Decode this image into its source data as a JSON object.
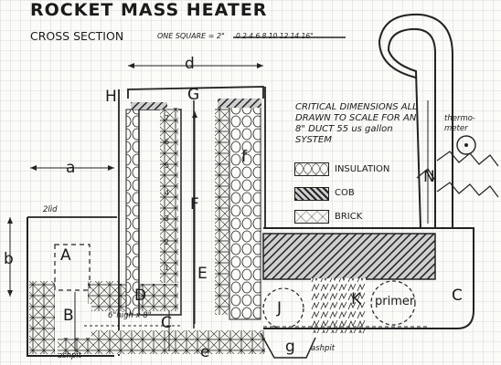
{
  "title": "ROCKET MASS HEATER",
  "subtitle": "CROSS SECTION",
  "scale_note": "ONE SQUARE = 2\"",
  "scale_ticks": "0 2 4 6 8 10 12 14 16\"",
  "critical_note": "CRITICAL DIMENSIONS ALL DRAWN TO SCALE FOR AN 8\" DUCT 55 us gallon SYSTEM",
  "legend": [
    {
      "label": "INSULATION",
      "icon": "insulation-swatch"
    },
    {
      "label": "COB",
      "icon": "cob-swatch"
    },
    {
      "label": "BRICK",
      "icon": "brick-swatch"
    }
  ],
  "thermometer_label": "thermo-meter",
  "primer_label": "primer",
  "opening_label": "6\"high x 8\"",
  "ashpit_label": "ashpit",
  "ashpit_label_2": "ashpit",
  "lid_label": "2lid",
  "riser_numbers": [
    "7",
    "6",
    "5",
    "4",
    "3",
    "2",
    "1"
  ],
  "dimension_letters": {
    "a": "a",
    "b": "b",
    "d": "d",
    "e": "e",
    "f": "f",
    "g": "g",
    "A": "A",
    "B": "B",
    "C_feed": "C",
    "C_barrel": "C",
    "D": "D",
    "E": "E",
    "F": "F",
    "G": "G",
    "H": "H",
    "J": "J",
    "K": "K",
    "N": "N"
  }
}
